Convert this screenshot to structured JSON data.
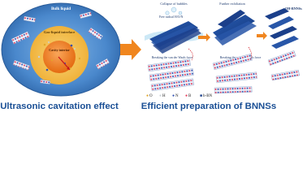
{
  "left_panel": {
    "bulk_liquid_label": "Bulk liquid",
    "interface_label": "Gas-liquid interface",
    "cavity_label": "Cavity interior",
    "caption": "Ultrasonic cavitation effect"
  },
  "right_panel": {
    "collapse_label": "Collapse of bubbles",
    "free_radical_label": "Free radical H/O/N",
    "exfoliation_label": "Further exfoliation",
    "product_label": "OH-BNNSs",
    "breaking_left_label": "Breaking the van der Waals force",
    "breaking_right_label": "Breaking the van der Waals force",
    "caption": "Efficient preparation of BNNSs"
  },
  "legend": {
    "items": [
      {
        "symbol": "●",
        "label": "O",
        "color": "#e2a62a"
      },
      {
        "symbol": "●",
        "label": "H",
        "color": "#c9cfd6"
      },
      {
        "symbol": "●",
        "label": "N",
        "color": "#2f4fb0"
      },
      {
        "symbol": "●",
        "label": "B",
        "color": "#e53a5a"
      },
      {
        "symbol": "■",
        "label": "h-BN",
        "color": "#1b3f8a"
      }
    ]
  },
  "colors": {
    "outer_cell": "#3f7fc6",
    "interface_ring": "#f3c24a",
    "cavity_core": "#e97a18",
    "arrow": "#f0861f",
    "caption": "#1a4f95"
  }
}
